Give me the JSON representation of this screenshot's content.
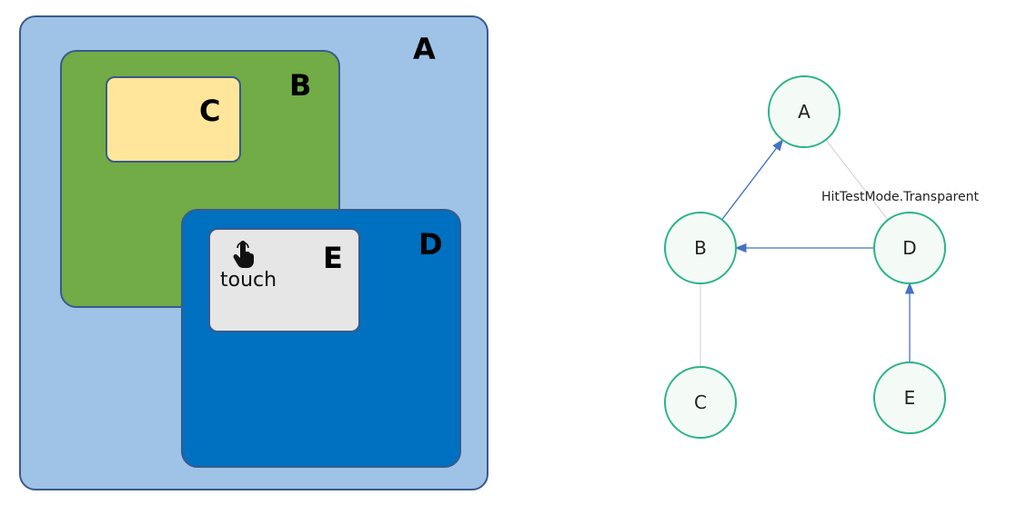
{
  "boxes": {
    "a": {
      "label": "A"
    },
    "b": {
      "label": "B"
    },
    "c": {
      "label": "C"
    },
    "d": {
      "label": "D"
    },
    "e": {
      "label": "E",
      "touch_label": "touch",
      "icon": "pointing-hand-icon"
    }
  },
  "graph": {
    "nodes": [
      "A",
      "B",
      "C",
      "D",
      "E"
    ],
    "edges": [
      {
        "from": "B",
        "to": "A",
        "style": "arrow"
      },
      {
        "from": "D",
        "to": "B",
        "style": "arrow"
      },
      {
        "from": "E",
        "to": "D",
        "style": "arrow"
      },
      {
        "from": "D",
        "to": "A",
        "style": "faint"
      },
      {
        "from": "C",
        "to": "B",
        "style": "faint"
      }
    ],
    "edge_label": "HitTestMode.Transparent"
  },
  "colors": {
    "box_a": "#9fc3e7",
    "box_b": "#71ac46",
    "box_c": "#ffe69a",
    "box_d": "#0070c0",
    "box_e": "#e6e6e6",
    "node_stroke": "#2bb38a",
    "arrow": "#4472c4"
  }
}
